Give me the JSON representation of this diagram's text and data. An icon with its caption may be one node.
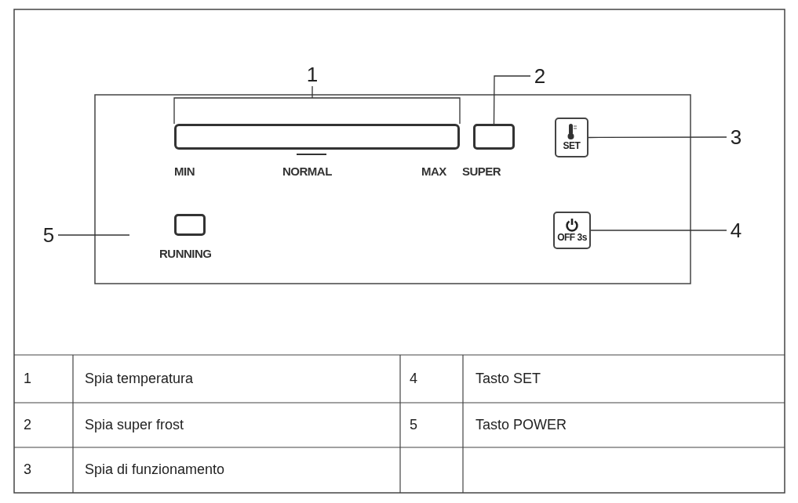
{
  "diagram": {
    "nodes": [
      {
        "text": [
          "1"
        ]
      },
      {
        "text": [],
        "shape": "bar"
      },
      {
        "text": [
          "2"
        ]
      },
      {
        "text": [],
        "shape": "box"
      },
      {
        "text": [
          "3"
        ]
      },
      {
        "text": [
          "SET"
        ]
      },
      {
        "text": [
          "4"
        ]
      },
      {
        "text": [
          "OFF 3s"
        ]
      },
      {
        "text": [
          "5"
        ]
      },
      {
        "text": [],
        "shape": "box"
      }
    ],
    "edges": [
      {
        "from": 0,
        "to": 1,
        "arrow": "none"
      },
      {
        "from": 2,
        "to": 3,
        "arrow": "none"
      },
      {
        "from": 4,
        "to": 5,
        "arrow": "none"
      },
      {
        "from": 6,
        "to": 7,
        "arrow": "none"
      },
      {
        "from": 8,
        "to": null,
        "arrow": "none"
      }
    ],
    "labels": [
      "MIN",
      "NORMAL",
      "MAX",
      "SUPER",
      "RUNNING",
      "1",
      "Spia temperatura",
      "4",
      "Tasto SET",
      "2",
      "Spia super frost",
      "5",
      "Tasto POWER",
      "3",
      "Spia di funzionamento"
    ]
  }
}
